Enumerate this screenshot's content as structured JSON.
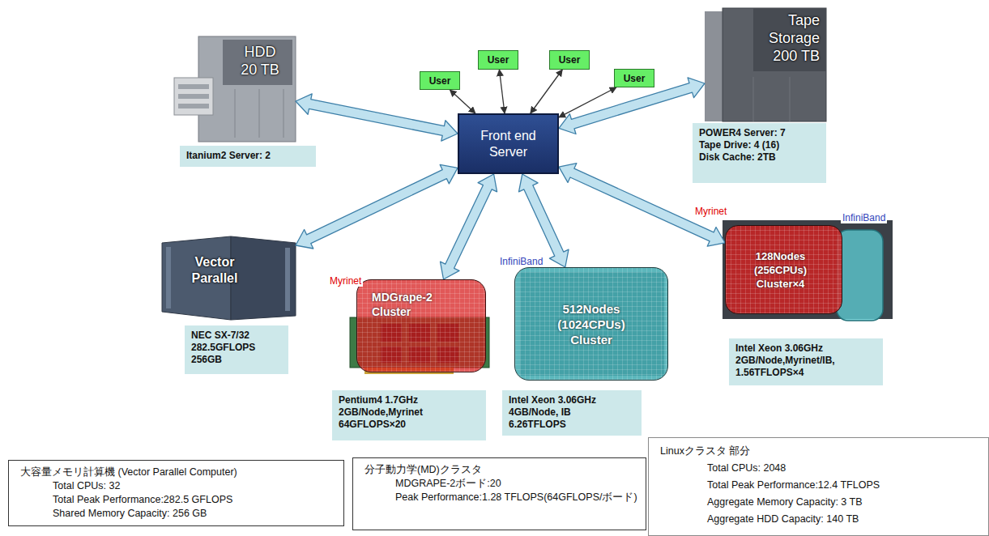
{
  "diagram": {
    "nodes": [
      {
        "text": [
          "HDD",
          "20 TB"
        ]
      },
      {
        "text": [
          "Itanium2 Server: 2"
        ]
      },
      {
        "text": [
          "User"
        ]
      },
      {
        "text": [
          "User"
        ]
      },
      {
        "text": [
          "User"
        ]
      },
      {
        "text": [
          "User"
        ]
      },
      {
        "text": [
          "Tape",
          "Storage",
          "200 TB"
        ]
      },
      {
        "text": [
          "POWER4 Server: 7",
          "Tape Drive: 4 (16)",
          "Disk Cache: 2TB"
        ]
      },
      {
        "text": [
          "Front end",
          "Server"
        ]
      },
      {
        "text": [
          "Vector",
          "Parallel"
        ]
      },
      {
        "text": [
          "MDGrape-2",
          "Cluster"
        ]
      },
      {
        "text": [
          "512Nodes",
          "(1024CPUs)",
          "Cluster"
        ]
      },
      {
        "text": [
          "128Nodes",
          "(256CPUs)",
          "Cluster×4"
        ]
      },
      {
        "text": [
          "NEC SX-7/32",
          "282.5GFLOPS",
          "256GB"
        ]
      },
      {
        "text": [
          "Pentium4 1.7GHz",
          "2GB/Node,Myrinet",
          "64GFLOPS×20"
        ]
      },
      {
        "text": [
          "Intel Xeon 3.06GHz",
          "4GB/Node, IB",
          "6.26TFLOPS"
        ]
      },
      {
        "text": [
          "Intel Xeon 3.06GHz",
          "2GB/Node,Myrinet/IB,",
          "1.56TFLOPS×4"
        ]
      },
      {
        "text": [
          "大容量メモリ計算機 (Vector Parallel Computer)",
          "Total CPUs: 32",
          "Total Peak Performance:282.5 GFLOPS",
          "Shared Memory Capacity: 256 GB"
        ]
      },
      {
        "text": [
          "分子動力学(MD)クラスタ",
          "MDGRAPE-2ボード:20",
          "Peak Performance:1.28 TFLOPS(64GFLOPS/ボード)"
        ]
      },
      {
        "text": [
          "Linuxクラスタ 部分",
          "Total CPUs: 2048",
          "Total Peak Performance:12.4 TFLOPS",
          "Aggregate Memory Capacity: 3 TB",
          "Aggregate HDD Capacity: 140 TB"
        ]
      }
    ],
    "edges": [
      {
        "from": 8,
        "to": 0,
        "arrow": "both"
      },
      {
        "from": 8,
        "to": 6,
        "arrow": "both"
      },
      {
        "from": 8,
        "to": 9,
        "arrow": "both"
      },
      {
        "from": 8,
        "to": 10,
        "arrow": "both"
      },
      {
        "from": 8,
        "to": 11,
        "arrow": "both"
      },
      {
        "from": 8,
        "to": 12,
        "arrow": "both"
      },
      {
        "from": 2,
        "to": 8,
        "arrow": "both"
      },
      {
        "from": 3,
        "to": 8,
        "arrow": "both"
      },
      {
        "from": 4,
        "to": 8,
        "arrow": "both"
      },
      {
        "from": 5,
        "to": 8,
        "arrow": "both"
      }
    ],
    "labels": [
      "Myrinet",
      "InfiniBand",
      "Myrinet",
      "InfiniBand"
    ]
  }
}
